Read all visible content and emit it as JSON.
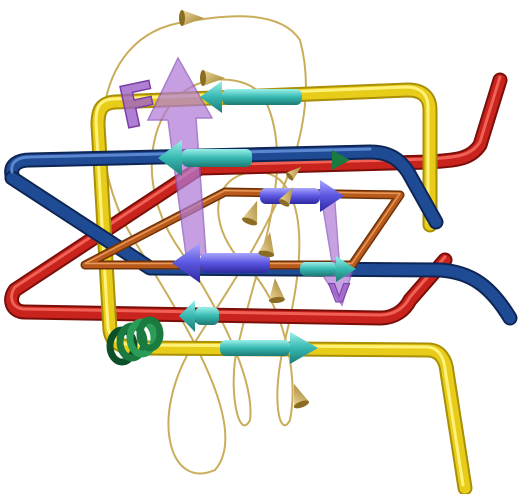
{
  "labels": {
    "force": "F",
    "velocity": "v"
  },
  "colors": {
    "yellow_wire": "#e8cc1a",
    "red_wire": "#c8231c",
    "blue_wire": "#1f4b95",
    "orange_loop": "#b85a1c",
    "field_line": "#c9ad5a",
    "current_arrow_cyan": "#36b8b0",
    "current_arrow_blue": "#5a56e0",
    "force_vector": "#b07bd6",
    "coil": "#1a7a40"
  },
  "icons": [
    "current-direction-arrow",
    "field-direction-cone",
    "coil-spring-icon"
  ]
}
